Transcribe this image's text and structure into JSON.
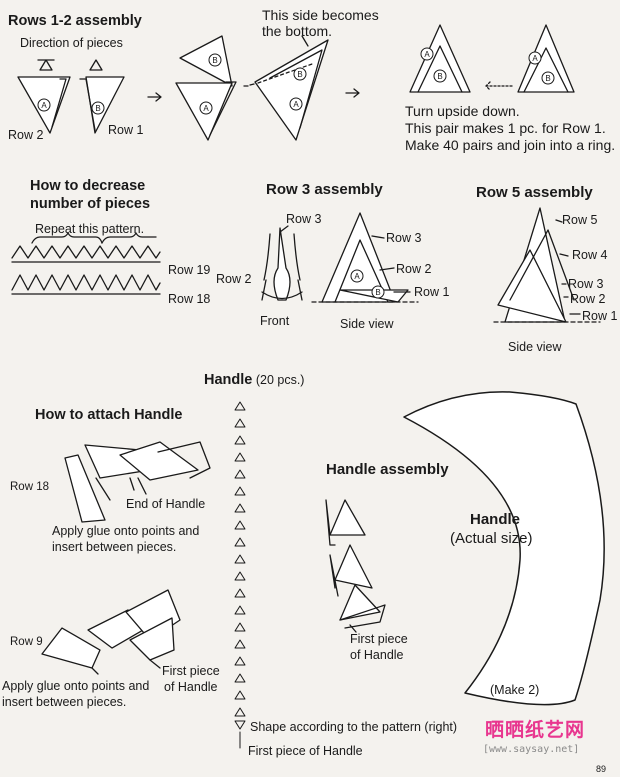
{
  "sec12": {
    "title": "Rows 1-2 assembly",
    "direction": "Direction of pieces",
    "bottom_note_1": "This side becomes",
    "bottom_note_2": "the bottom.",
    "row2": "Row 2",
    "row1": "Row 1",
    "flip1": "Turn upside down.",
    "flip2": "This pair makes 1 pc. for Row 1.",
    "flip3": "Make 40 pairs and join into a ring."
  },
  "decrease": {
    "title1": "How to decrease",
    "title2": "number of pieces",
    "repeat": "Repeat this pattern.",
    "row19": "Row 19",
    "row18": "Row 18"
  },
  "row3": {
    "title": "Row 3 assembly",
    "row3a": "Row 3",
    "row2a": "Row 2",
    "front": "Front",
    "row3b": "Row 3",
    "row2b": "Row 2",
    "row1b": "Row 1",
    "side": "Side view"
  },
  "row5": {
    "title": "Row 5 assembly",
    "r5": "Row 5",
    "r4": "Row 4",
    "r3": "Row 3",
    "r2": "Row 2",
    "r1": "Row 1",
    "side": "Side view"
  },
  "handle": {
    "title": "Handle",
    "count": "(20 pcs.)",
    "attach_title": "How to attach Handle",
    "row18": "Row 18",
    "end": "End of Handle",
    "glue1a": "Apply glue onto points and",
    "glue1b": "insert between pieces.",
    "row9": "Row 9",
    "first1a": "First piece",
    "first1b": "of Handle",
    "glue2a": "Apply glue onto points and",
    "glue2b": "insert between pieces.",
    "shape": "Shape according to the pattern (right)",
    "first_bottom": "First piece of Handle",
    "assembly": "Handle assembly",
    "first2a": "First piece",
    "first2b": "of Handle",
    "pattern_title": "Handle",
    "pattern_sub": "(Actual size)",
    "make": "(Make 2)"
  },
  "markers": {
    "a": "A",
    "b": "B"
  },
  "watermark": {
    "logo": "晒晒纸艺网",
    "url": "[www.saysay.net]"
  },
  "page_number": "89",
  "colors": {
    "ink": "#1a1a1a",
    "paper": "#f4f2ee",
    "watermark": "#e8368f"
  }
}
